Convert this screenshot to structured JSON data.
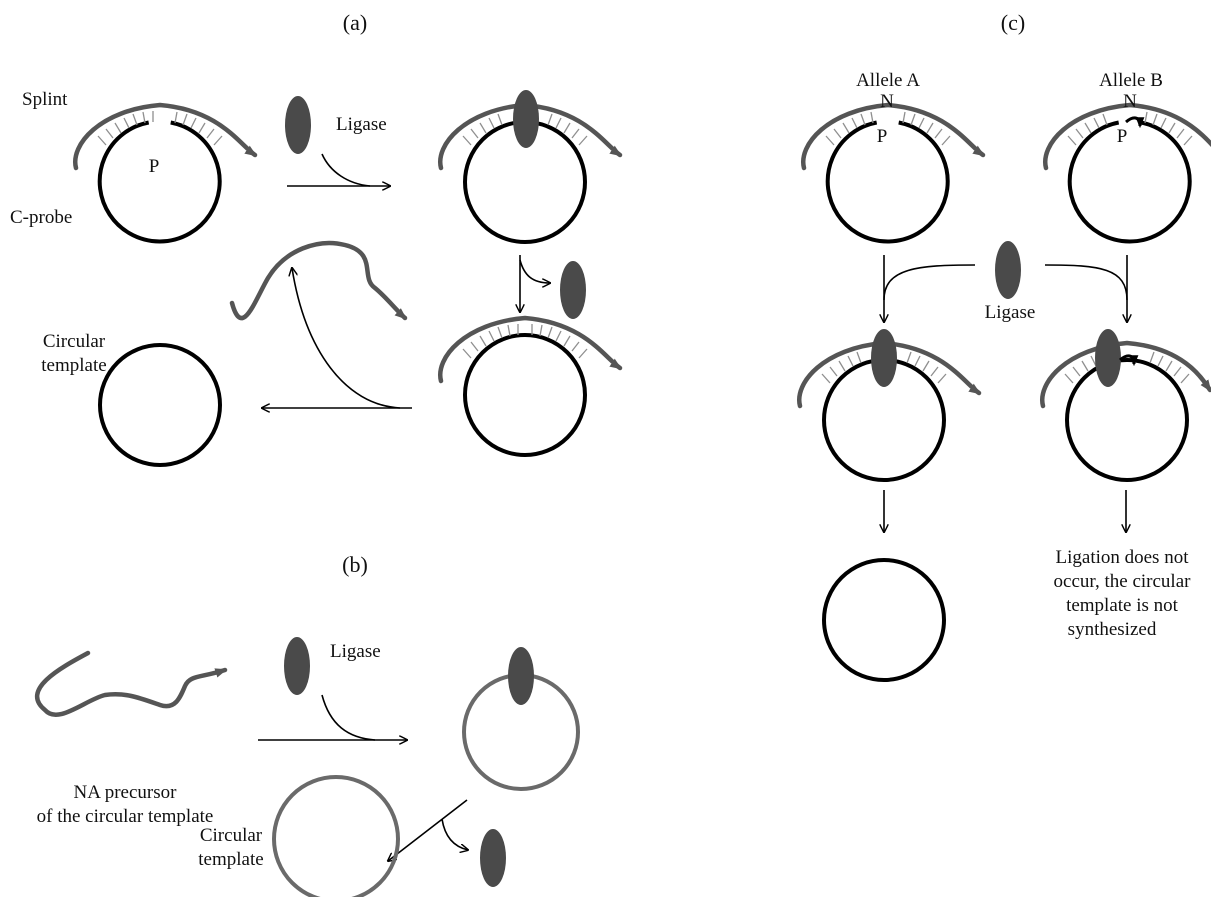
{
  "panels": {
    "a": {
      "label": "(a)",
      "splint": "Splint",
      "p_mark": "P",
      "ligase": "Ligase",
      "c_probe": "C-probe",
      "circular_template_line1": "Circular",
      "circular_template_line2": "template"
    },
    "b": {
      "label": "(b)",
      "ligase": "Ligase",
      "precursor_line1": "NA precursor",
      "precursor_line2": "of the circular template",
      "circular_template_line1": "Circular",
      "circular_template_line2": "template"
    },
    "c": {
      "label": "(c)",
      "allele_a": "Allele A",
      "allele_b": "Allele B",
      "n_mark_a": "N",
      "p_mark_a": "P",
      "n_mark_b": "N",
      "p_mark_b": "P",
      "ligase": "Ligase",
      "result_b_line1": "Ligation does not",
      "result_b_line2": "occur, the circular",
      "result_b_line3": "template is not",
      "result_b_line4": "synthesized"
    }
  },
  "colors": {
    "template_ring": "#000000",
    "strand": "#555555",
    "precursor_ring": "#6a6a6a",
    "enzyme": "#4a4a4a"
  }
}
